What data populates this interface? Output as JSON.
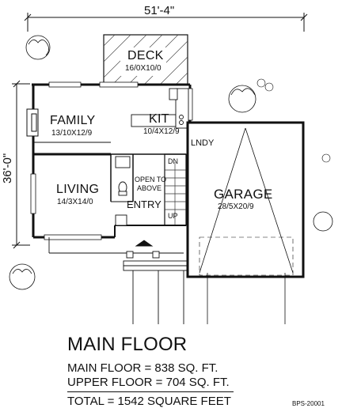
{
  "dimensions": {
    "width_overall": "51'-4\"",
    "depth_overall": "36'-0\""
  },
  "rooms": {
    "deck": {
      "label": "DECK",
      "size": "16/0X10/0"
    },
    "family": {
      "label": "FAMILY",
      "size": "13/10X12/9"
    },
    "kit": {
      "label": "KIT",
      "size": "10/4X12/9"
    },
    "lndy": {
      "label": "LNDY"
    },
    "living": {
      "label": "LIVING",
      "size": "14/3X14/0"
    },
    "open_to_above": {
      "line1": "OPEN TO",
      "line2": "ABOVE"
    },
    "entry": {
      "label": "ENTRY"
    },
    "garage": {
      "label": "GARAGE",
      "size": "28/5X20/9"
    },
    "stair": {
      "dn": "DN",
      "up": "UP"
    }
  },
  "title": "MAIN FLOOR",
  "areas": {
    "main_floor": "MAIN FLOOR = 838 SQ. FT.",
    "upper_floor": "UPPER FLOOR = 704 SQ. FT.",
    "total": "TOTAL = 1542 SQUARE FEET"
  },
  "plan_number": "BPS-20001"
}
